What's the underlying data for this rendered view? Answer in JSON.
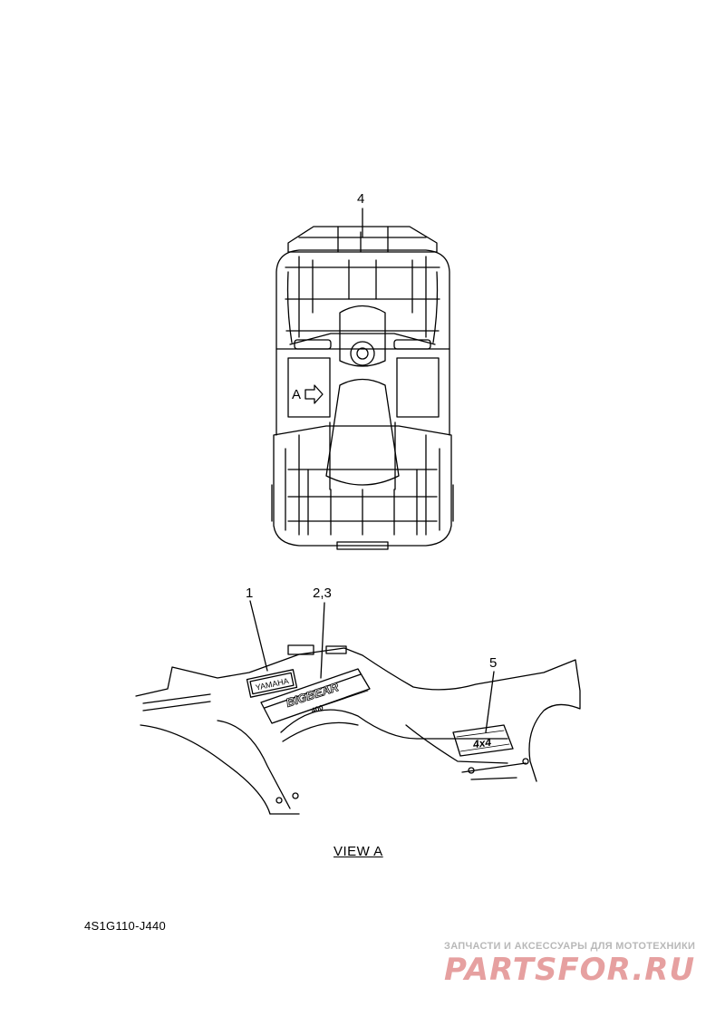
{
  "callouts": {
    "top_view": "4",
    "decal_1": "1",
    "decal_2_3": "2,3",
    "decal_5": "5",
    "view_arrow": "A"
  },
  "decal_text": {
    "yamaha": "YAMAHA",
    "model": "BIGBEAR",
    "model_number": "400",
    "four_by_four": "4x4"
  },
  "view_caption": "VIEW A",
  "reference_code": "4S1G110-J440",
  "watermark": {
    "tagline": "ЗАПЧАСТИ И АКСЕССУАРЫ ДЛЯ МОТОТЕХНИКИ",
    "logo": "PARTSFOR.RU",
    "colors": {
      "tagline": "#b8b8b8",
      "logo": "#e6a0a0"
    }
  }
}
